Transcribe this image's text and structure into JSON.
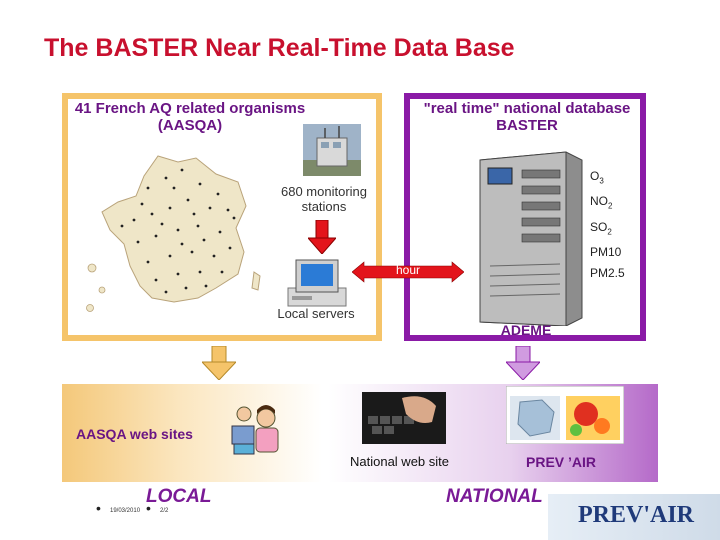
{
  "slide": {
    "title": "The BASTER Near Real-Time Data Base"
  },
  "left_panel": {
    "title": "41 French AQ related organisms (AASQA)",
    "stations_label": "680 monitoring stations",
    "servers_label": "Local servers"
  },
  "right_panel": {
    "title": "\"real time\" national database BASTER",
    "pollutants": [
      "O3",
      "NO2",
      "SO2",
      "PM10",
      "PM2.5"
    ],
    "owner": "ADEME"
  },
  "connector": {
    "label": "hour"
  },
  "bottom": {
    "aasqa_web": "AASQA web sites",
    "national_web": "National web site",
    "prevair": "PREV ’AIR",
    "local": "LOCAL",
    "national": "NATIONAL",
    "logo": "PREV'AIR"
  },
  "footer": {
    "date": "19/03/2010",
    "page": "2/2"
  },
  "colors": {
    "title": "#c8102e",
    "orange": "#f5c46a",
    "purple": "#8a1aa6",
    "connector": "#c8102e"
  }
}
